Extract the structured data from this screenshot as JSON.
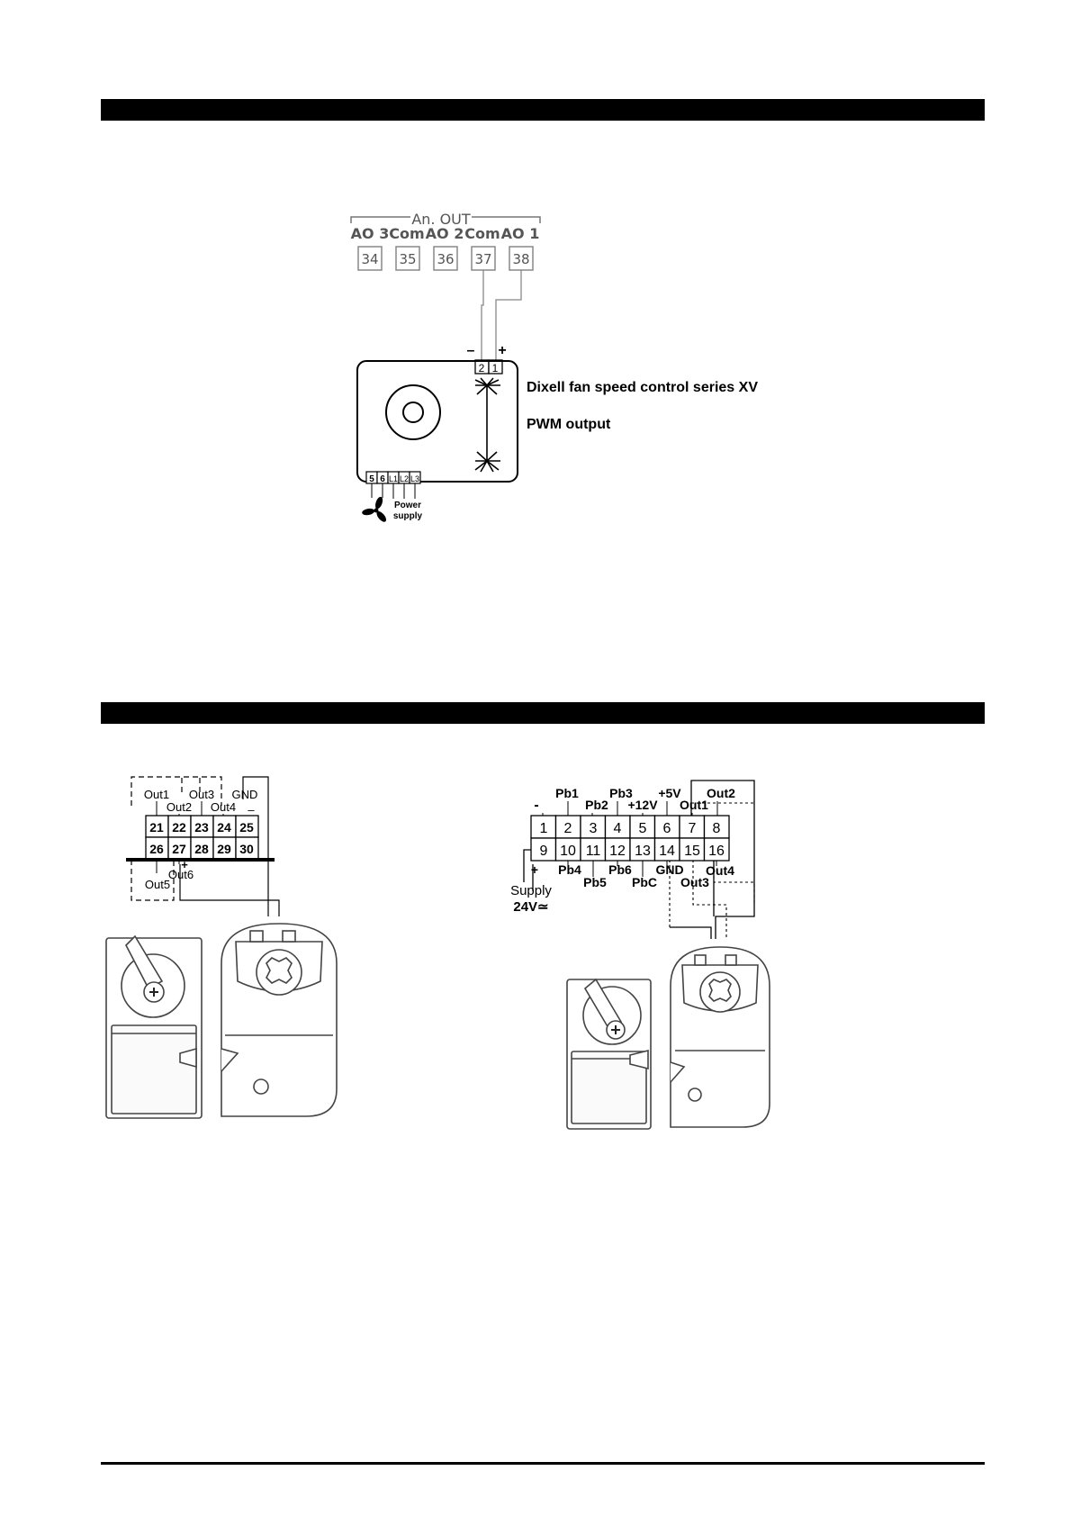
{
  "xv_diagram": {
    "group_label": "An. OUT",
    "terminals": [
      {
        "label": "AO 3",
        "num": "34"
      },
      {
        "label": "Com",
        "num": "35"
      },
      {
        "label": "AO 2",
        "num": "36"
      },
      {
        "label": "Com",
        "num": "37"
      },
      {
        "label": "AO 1",
        "num": "38"
      }
    ],
    "minus": "–",
    "plus": "+",
    "input_pins": [
      "2",
      "1"
    ],
    "title": "Dixell fan speed control series XV",
    "subtitle": "PWM output",
    "bottom_pins": [
      "5",
      "6",
      "L1",
      "L2",
      "L3"
    ],
    "power_label_1": "Power",
    "power_label_2": "supply"
  },
  "left_diagram": {
    "top_labels": [
      "Out1",
      "Out2",
      "Out3",
      "Out4",
      "GND"
    ],
    "gnd_sign": "–",
    "row1": [
      "21",
      "22",
      "23",
      "24",
      "25"
    ],
    "row2": [
      "26",
      "27",
      "28",
      "29",
      "30"
    ],
    "bottom_labels": [
      "Out5",
      "Out6"
    ],
    "plus": "+"
  },
  "right_diagram": {
    "top_labels": [
      "Pb1",
      "Pb2",
      "Pb3",
      "+12V",
      "+5V",
      "Out1",
      "Out2"
    ],
    "minus": "-",
    "row1": [
      "1",
      "2",
      "3",
      "4",
      "5",
      "6",
      "7",
      "8"
    ],
    "row2": [
      "9",
      "10",
      "11",
      "12",
      "13",
      "14",
      "15",
      "16"
    ],
    "bottom_labels": [
      "Pb4",
      "Pb5",
      "Pb6",
      "PbC",
      "GND",
      "Out3",
      "Out4"
    ],
    "plus": "+",
    "supply_1": "Supply",
    "supply_2": "24V≃"
  }
}
